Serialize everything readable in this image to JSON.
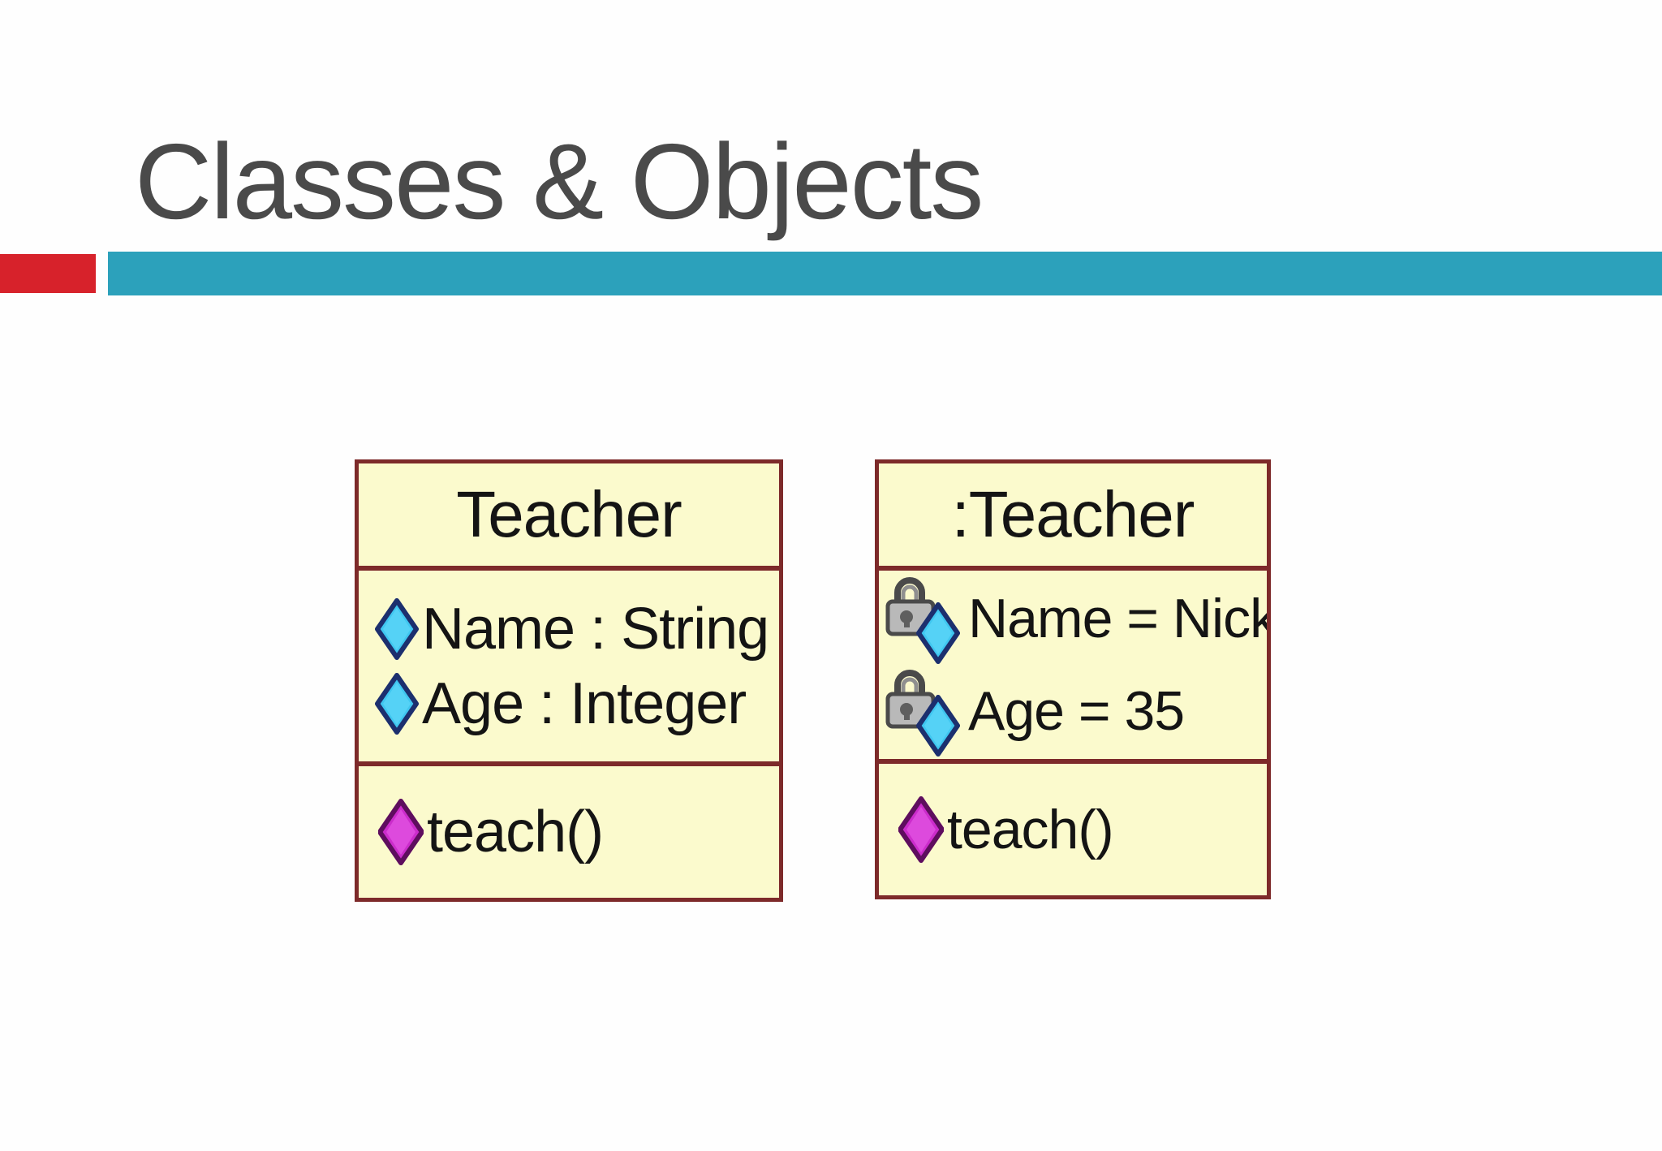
{
  "slide": {
    "title": "Classes & Objects",
    "accent_red_color": "#d7222b",
    "accent_teal_color": "#2ca1bb"
  },
  "diagram": {
    "box_fill_color": "#fbfacd",
    "box_border_color": "#7d2a2a",
    "cyan_diamond_color": "#3fc6f0",
    "magenta_diamond_color": "#cb2ccb",
    "class_box": {
      "name": "Teacher",
      "attributes": [
        {
          "icon": "cyan-diamond",
          "label": "Name : String"
        },
        {
          "icon": "cyan-diamond",
          "label": "Age : Integer"
        }
      ],
      "operations": [
        {
          "icon": "magenta-diamond",
          "label": "teach()"
        }
      ]
    },
    "object_box": {
      "name": ":Teacher",
      "attributes": [
        {
          "icon": "lock-cyan-diamond",
          "label": "Name = Nick"
        },
        {
          "icon": "lock-cyan-diamond",
          "label": "Age = 35"
        }
      ],
      "operations": [
        {
          "icon": "magenta-diamond",
          "label": "teach()"
        }
      ]
    }
  }
}
